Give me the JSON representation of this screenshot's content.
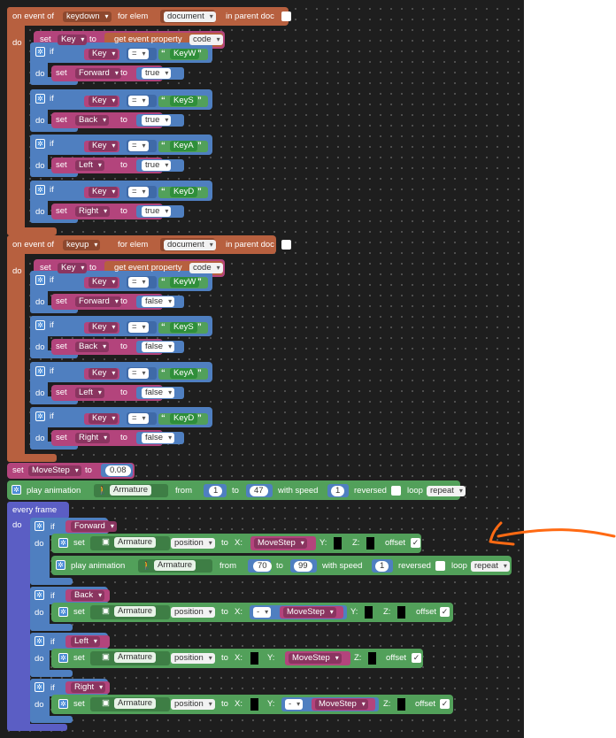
{
  "labels": {
    "on_event": "on event of",
    "for_elem": "for elem",
    "in_parent_doc": "in parent doc",
    "do": "do",
    "set": "set",
    "to": "to",
    "get_event_property": "get event property",
    "if": "if",
    "eq": "=",
    "play_animation": "play animation",
    "from": "from",
    "with_speed": "with speed",
    "reversed": "reversed",
    "loop": "loop",
    "every_frame": "every frame",
    "position": "position",
    "x": "X:",
    "y": "Y:",
    "z": "Z:",
    "offset": "offset",
    "minus": "-",
    "open_quote": "“",
    "close_quote": "”",
    "check": "✓"
  },
  "values": {
    "keydown": "keydown",
    "keyup": "keyup",
    "document": "document",
    "key_var": "Key",
    "code": "code",
    "key_w": "KeyW",
    "key_s": "KeyS",
    "key_a": "KeyA",
    "key_d": "KeyD",
    "forward": "Forward",
    "back": "Back",
    "left": "Left",
    "right": "Right",
    "true": "true",
    "false": "false",
    "move_step": "MoveStep",
    "move_step_val": "0.08",
    "armature": "Armature",
    "repeat": "repeat",
    "anim1_from": "1",
    "anim1_to": "47",
    "anim1_speed": "1",
    "anim2_from": "70",
    "anim2_to": "99",
    "anim2_speed": "1"
  },
  "colors": {
    "event_block": "#b7603f",
    "logic_block": "#4f7fc0",
    "variable_block": "#b3447c",
    "action_block": "#52a05a",
    "loop_block": "#5b5ec4",
    "annotation_arrow": "#ff6a13"
  }
}
